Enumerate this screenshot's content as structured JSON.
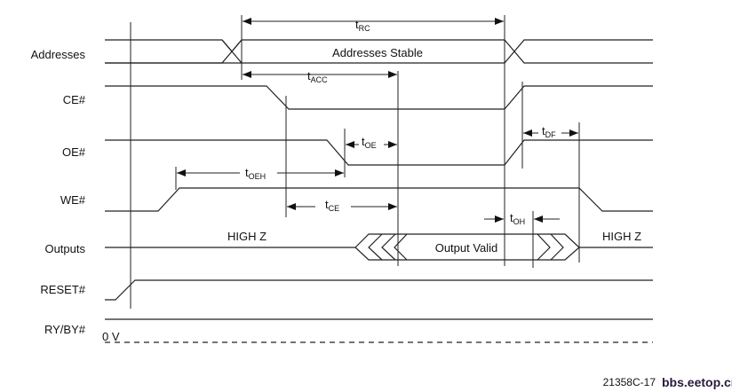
{
  "signals": [
    "Addresses",
    "CE#",
    "OE#",
    "WE#",
    "Outputs",
    "RESET#",
    "RY/BY#"
  ],
  "annotations": {
    "addresses_stable": "Addresses Stable",
    "output_valid": "Output Valid",
    "high_z_left": "HIGH Z",
    "high_z_right": "HIGH Z",
    "zero_volt": "0 V"
  },
  "timings": [
    {
      "t": "t",
      "sub": "RC"
    },
    {
      "t": "t",
      "sub": "ACC"
    },
    {
      "t": "t",
      "sub": "OE"
    },
    {
      "t": "t",
      "sub": "DF"
    },
    {
      "t": "t",
      "sub": "OEH"
    },
    {
      "t": "t",
      "sub": "CE"
    },
    {
      "t": "t",
      "sub": "OH"
    }
  ],
  "figure_id": "21358C-17",
  "watermark": "bbs.eetop.cn"
}
